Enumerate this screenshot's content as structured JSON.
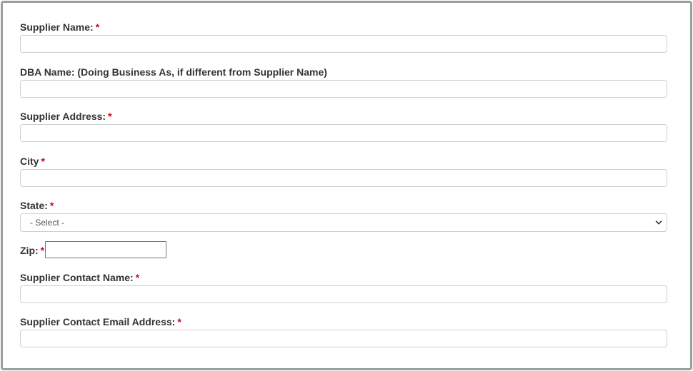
{
  "form": {
    "supplier_name": {
      "label": "Supplier Name:",
      "required_mark": "*",
      "value": ""
    },
    "dba_name": {
      "label": "DBA Name: (Doing Business As, if different from Supplier Name)",
      "value": ""
    },
    "supplier_address": {
      "label": "Supplier Address:",
      "required_mark": "*",
      "value": ""
    },
    "city": {
      "label": "City",
      "required_mark": "*",
      "value": ""
    },
    "state": {
      "label": "State:",
      "required_mark": "*",
      "selected": "- Select -"
    },
    "zip": {
      "label": "Zip:",
      "required_mark": "*",
      "value": ""
    },
    "contact_name": {
      "label": "Supplier Contact Name:",
      "required_mark": "*",
      "value": ""
    },
    "contact_email": {
      "label": "Supplier Contact Email Address:",
      "required_mark": "*",
      "value": ""
    }
  },
  "colors": {
    "required": "#d0021b",
    "frame_border": "#9e9e9e",
    "input_border": "#cfcfcf"
  },
  "icons": {
    "state_dropdown": "chevron-down-icon"
  }
}
